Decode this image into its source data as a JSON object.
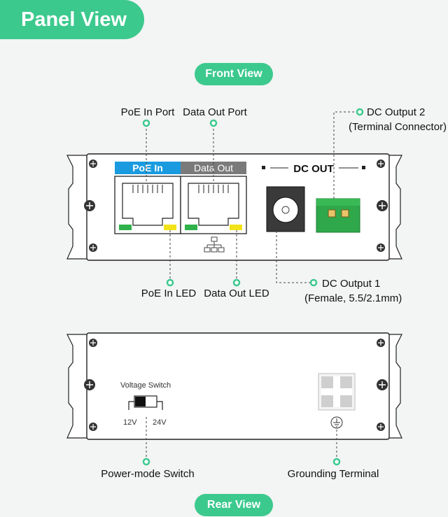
{
  "header": {
    "title": "Panel View"
  },
  "front": {
    "pill": "Front View",
    "poe_in_label": "PoE In",
    "data_out_label": "Data Out",
    "dc_out_label": "DC OUT",
    "callouts": {
      "poe_in_port": "PoE In Port",
      "data_out_port": "Data Out Port",
      "dc_output_2": "DC Output 2",
      "dc_output_2_sub": "(Terminal Connector)",
      "poe_in_led": "PoE In LED",
      "data_out_led": "Data Out LED",
      "dc_output_1": "DC Output 1",
      "dc_output_1_sub": "(Female, 5.5/2.1mm)"
    }
  },
  "rear": {
    "pill": "Rear View",
    "voltage_switch": "Voltage Switch",
    "v12": "12V",
    "v24": "24V",
    "callouts": {
      "power_mode_switch": "Power-mode Switch",
      "grounding_terminal": "Grounding Terminal"
    }
  },
  "colors": {
    "accent": "#3cc98e",
    "poe_in_tab": "#1a9be0",
    "data_out_tab": "#7a7a7a",
    "terminal_green": "#2ea84a",
    "led_green": "#2fb24a",
    "led_yellow": "#f2e21a"
  }
}
